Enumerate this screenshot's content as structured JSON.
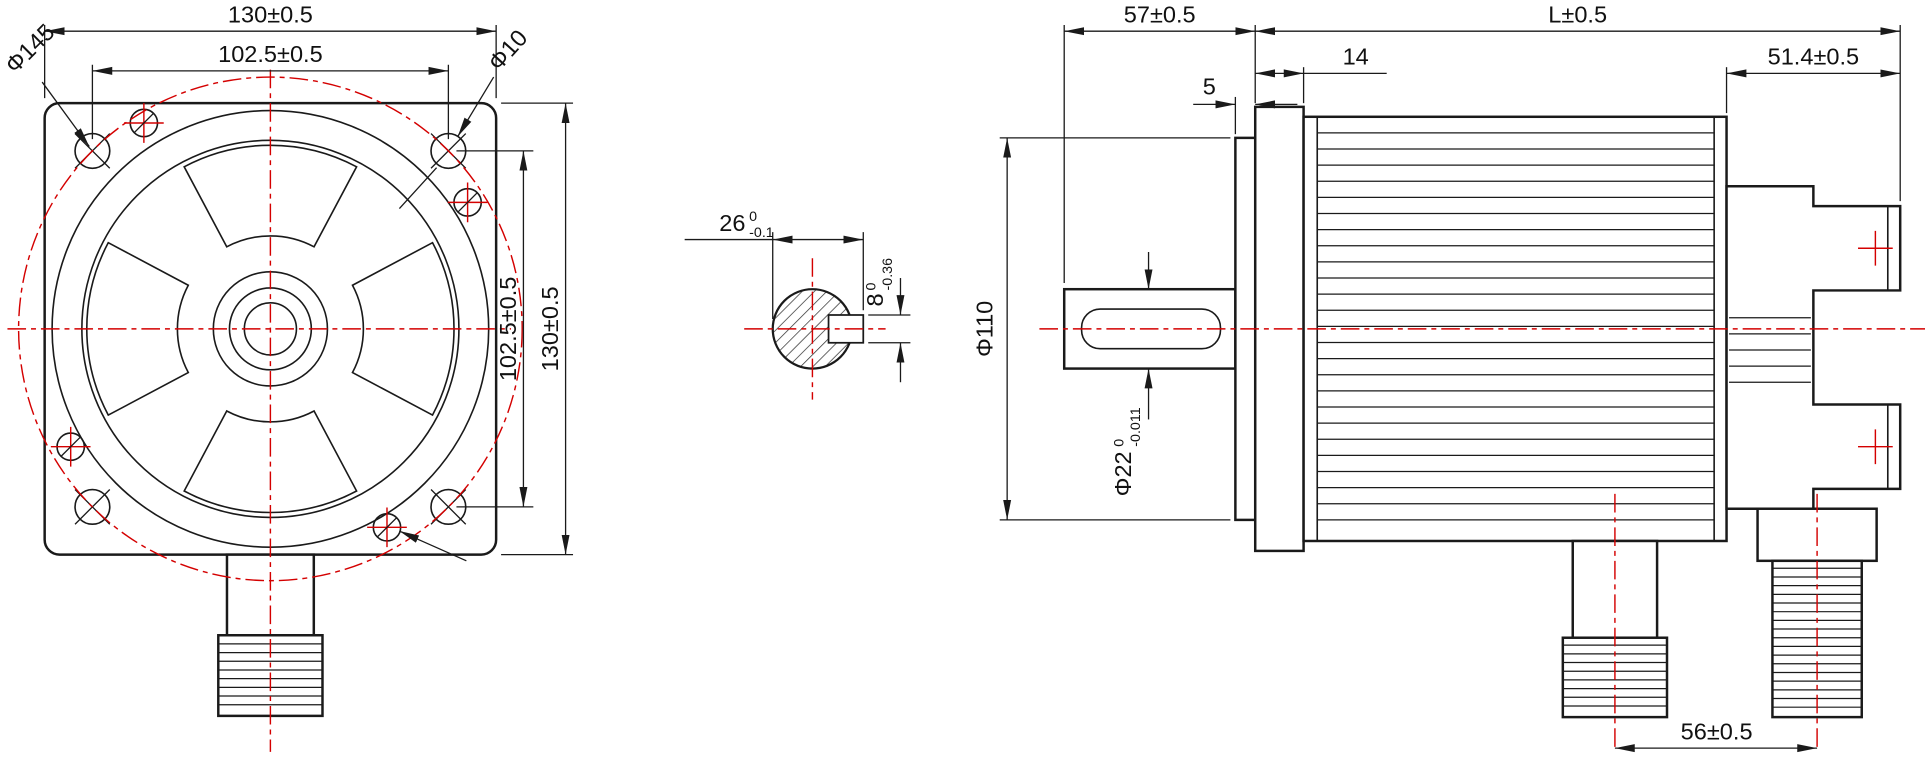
{
  "front_view": {
    "dim_overall_width": "130±0.5",
    "dim_hole_pitch_h": "102.5±0.5",
    "label_bolt_circle": "Φ145",
    "label_hole_dia": "Φ10",
    "dim_hole_pitch_v": "102.5±0.5",
    "dim_overall_height": "130±0.5"
  },
  "shaft_section": {
    "dim_width_main": "26",
    "dim_width_sup": "0",
    "dim_width_sub": "-0.1",
    "dim_key_main": "8",
    "dim_key_sup": "0",
    "dim_key_sub": "-0.36"
  },
  "side_view": {
    "dim_shaft_ext": "57±0.5",
    "dim_length": "L±0.5",
    "dim_flange_thk": "14",
    "dim_spigot": "5",
    "dim_rear": "51.4±0.5",
    "dim_spigot_dia": "Φ110",
    "dim_shaft_dia_main": "Φ22",
    "dim_shaft_dia_sup": "0",
    "dim_shaft_dia_sub": "-0.011",
    "dim_conn_pitch": "56±0.5"
  },
  "colors": {
    "line": "#1a1a1a",
    "centerline": "#d40000"
  }
}
